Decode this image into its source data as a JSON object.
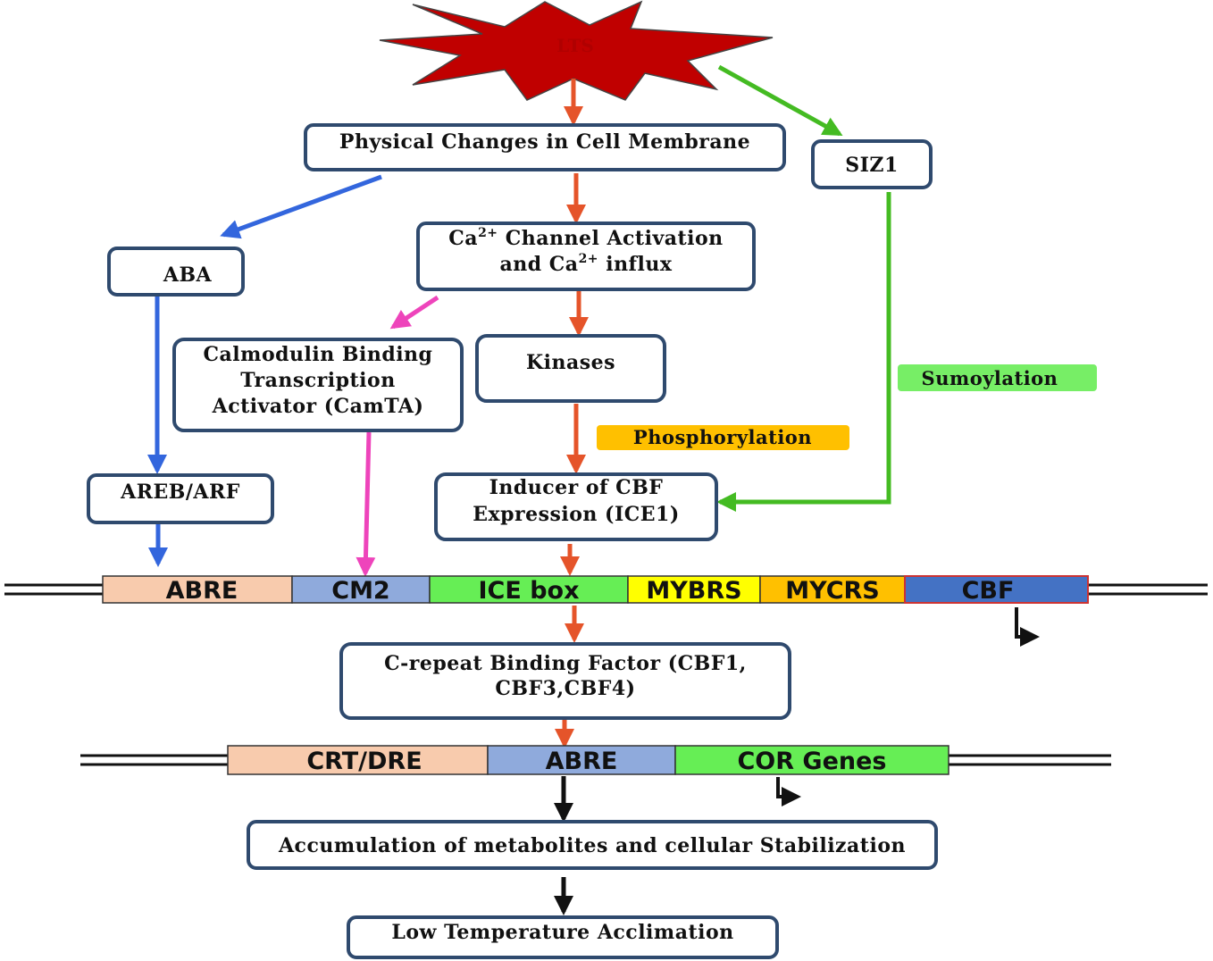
{
  "stimulus": {
    "label": "LTS",
    "color": "#c00000"
  },
  "boxes": {
    "membrane": "Physical Changes in Cell Membrane",
    "siz1": "SIZ1",
    "aba": "ABA",
    "ca_line1_a": "Ca",
    "ca_line1_sup": "2+",
    "ca_line1_b": " Channel Activation",
    "ca_line2_a": "and Ca",
    "ca_line2_sup": "2+",
    "ca_line2_b": " influx",
    "camta_line1": "Calmodulin Binding",
    "camta_line2": "Transcription",
    "camta_line3": "Activator  (CamTA)",
    "kinases": "Kinases",
    "areb": "AREB/ARF",
    "ice1_line1": "Inducer of CBF",
    "ice1_line2": "Expression (ICE1)",
    "cbf_line1": "C-repeat Binding Factor (CBF1,",
    "cbf_line2": "CBF3,CBF4)",
    "accumulation": "Accumulation of metabolites and cellular Stabilization",
    "acclimation": "Low Temperature Acclimation"
  },
  "tags": {
    "phosphorylation": "Phosphorylation",
    "sumoylation": "Sumoylation"
  },
  "promoter1": [
    {
      "label": "ABRE",
      "color": "#f8cbad"
    },
    {
      "label": "CM2",
      "color": "#8faadc"
    },
    {
      "label": "ICE box",
      "color": "#66ee55"
    },
    {
      "label": "MYBRS",
      "color": "#ffff00"
    },
    {
      "label": "MYCRS",
      "color": "#ffc000"
    },
    {
      "label": "CBF",
      "color": "#4472c4"
    }
  ],
  "promoter2": [
    {
      "label": "CRT/DRE",
      "color": "#f8cbad"
    },
    {
      "label": "ABRE",
      "color": "#8faadc"
    },
    {
      "label": "COR Genes",
      "color": "#66ee55"
    }
  ],
  "colors": {
    "box_border": "#2f4a6e",
    "arrow_orange": "#e5542a",
    "arrow_green": "#44bb22",
    "arrow_blue": "#3366dd",
    "arrow_pink": "#ee44bb",
    "phosphorylation_bg": "#ffc000",
    "sumoylation_bg": "#77ee66"
  }
}
